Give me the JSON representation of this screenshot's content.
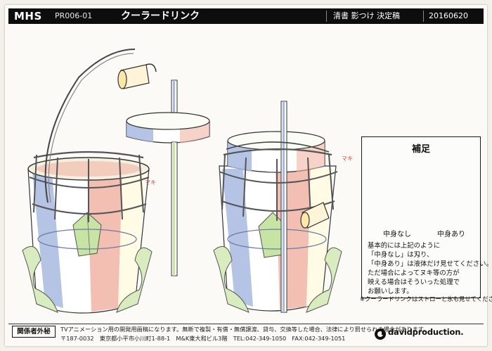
{
  "header": {
    "production": "MHS",
    "code": "PR006-01",
    "title": "クーラードリンク",
    "status": "清書 影つけ 決定稿",
    "date": "20160620"
  },
  "annotations": {
    "left": "マキ",
    "right": "マキ"
  },
  "supplement": {
    "title": "補足",
    "label_empty": "中身なし",
    "label_full": "中身あり",
    "note_lines": [
      "基本的には上記のように",
      "「中身なし」は刄り、",
      "「中身あり」は液体だけ見せてください。",
      "ただ場合によってヌキ等の方が",
      "映える場合はそういった処理で",
      "お願いします。"
    ]
  },
  "straw_note": "※クーラードリンクはストローと氷も見せてください。",
  "footer": {
    "confidential": "関係者外秘",
    "warning": "TVアニメーション用の開発用画稿になります。無断で複製・有償・無償譲渡、貸与、交換等した場合、法律により罰せられる場合があります。",
    "address": "〒187-0032　東京都小平市小川町1-88-1　M&K東大和ビル3階　TEL:042-349-1050　FAX:042-349-1051",
    "company": "davidproduction."
  },
  "colors": {
    "header_bg": "#0d0d0d",
    "liquid_yellow": "#f0c000",
    "jar_blue": "#a8b8e0",
    "jar_pink": "#f0b4a4",
    "leaf_green": "#c8e4a4"
  },
  "icons": [
    "cup-cap-icon",
    "jar-empty-icon",
    "jar-full-icon",
    "david-logo-icon"
  ]
}
